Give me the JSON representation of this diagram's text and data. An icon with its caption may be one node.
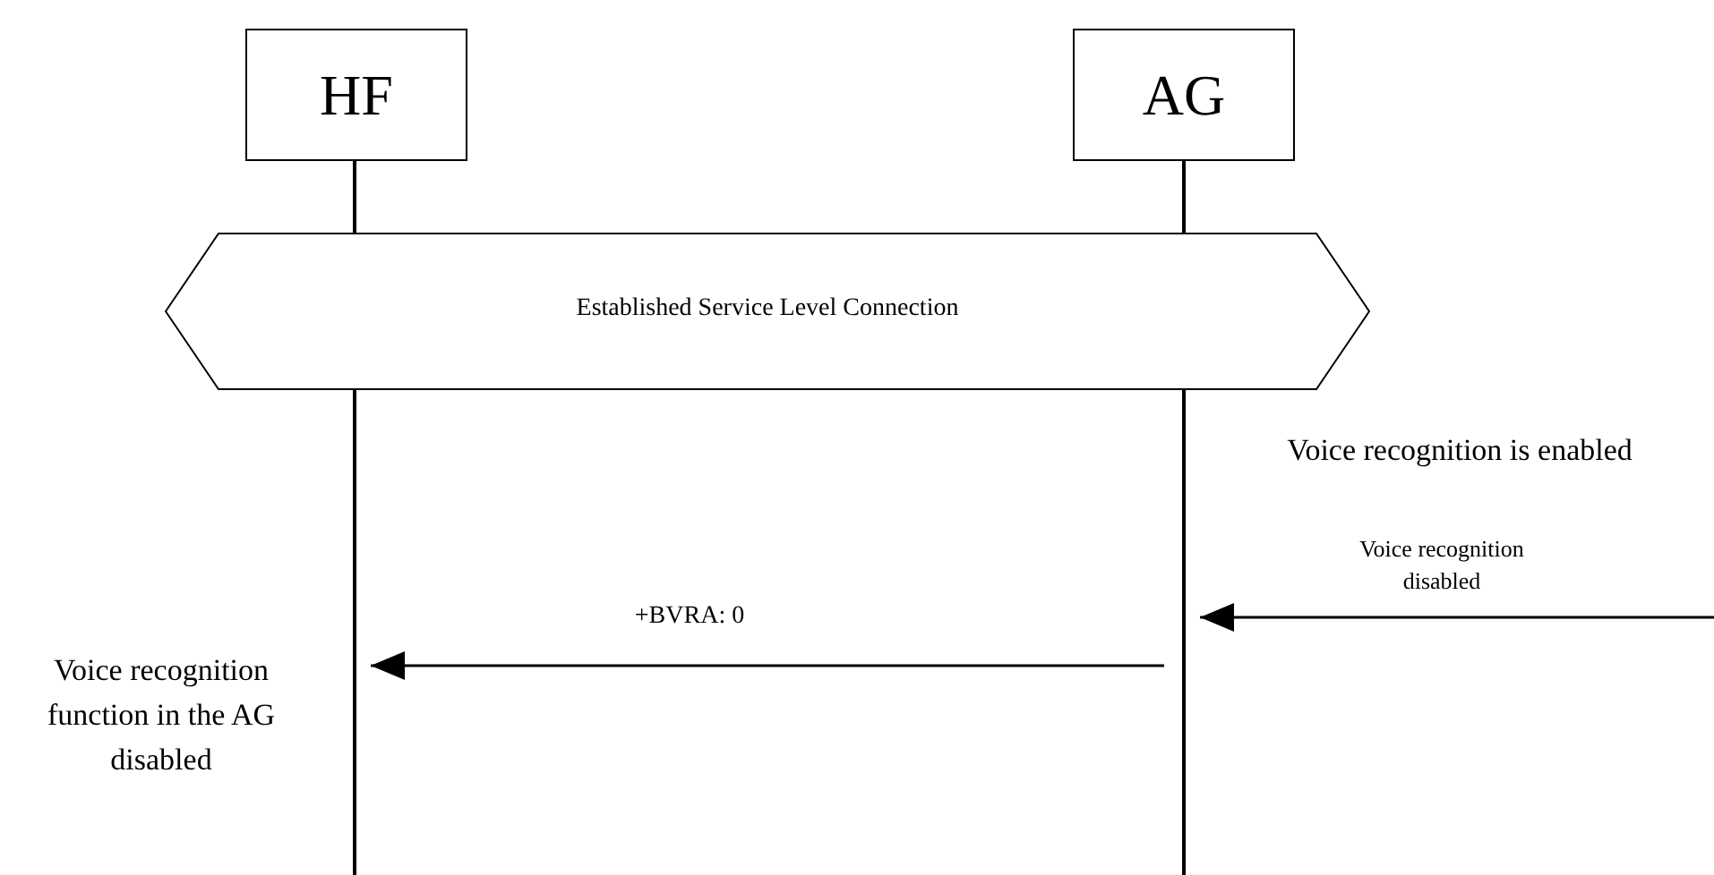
{
  "diagram": {
    "nodes": [
      {
        "text": [
          "HF"
        ]
      },
      {
        "text": [
          "AG"
        ]
      },
      {
        "text": [
          "Established Service Level Connection"
        ]
      },
      {
        "text": [],
        "shape": "bar"
      },
      {
        "text": [],
        "shape": "bar"
      }
    ],
    "labels": [
      "Voice recognition is enabled",
      "Voice recognition function in the AG disabled"
    ],
    "edges": [
      {
        "from": 4,
        "to": 3,
        "arrow": "to",
        "label": "+BVRA: 0"
      },
      {
        "from": null,
        "to": 4,
        "arrow": "to",
        "label": "Voice recognition disabled"
      }
    ]
  }
}
